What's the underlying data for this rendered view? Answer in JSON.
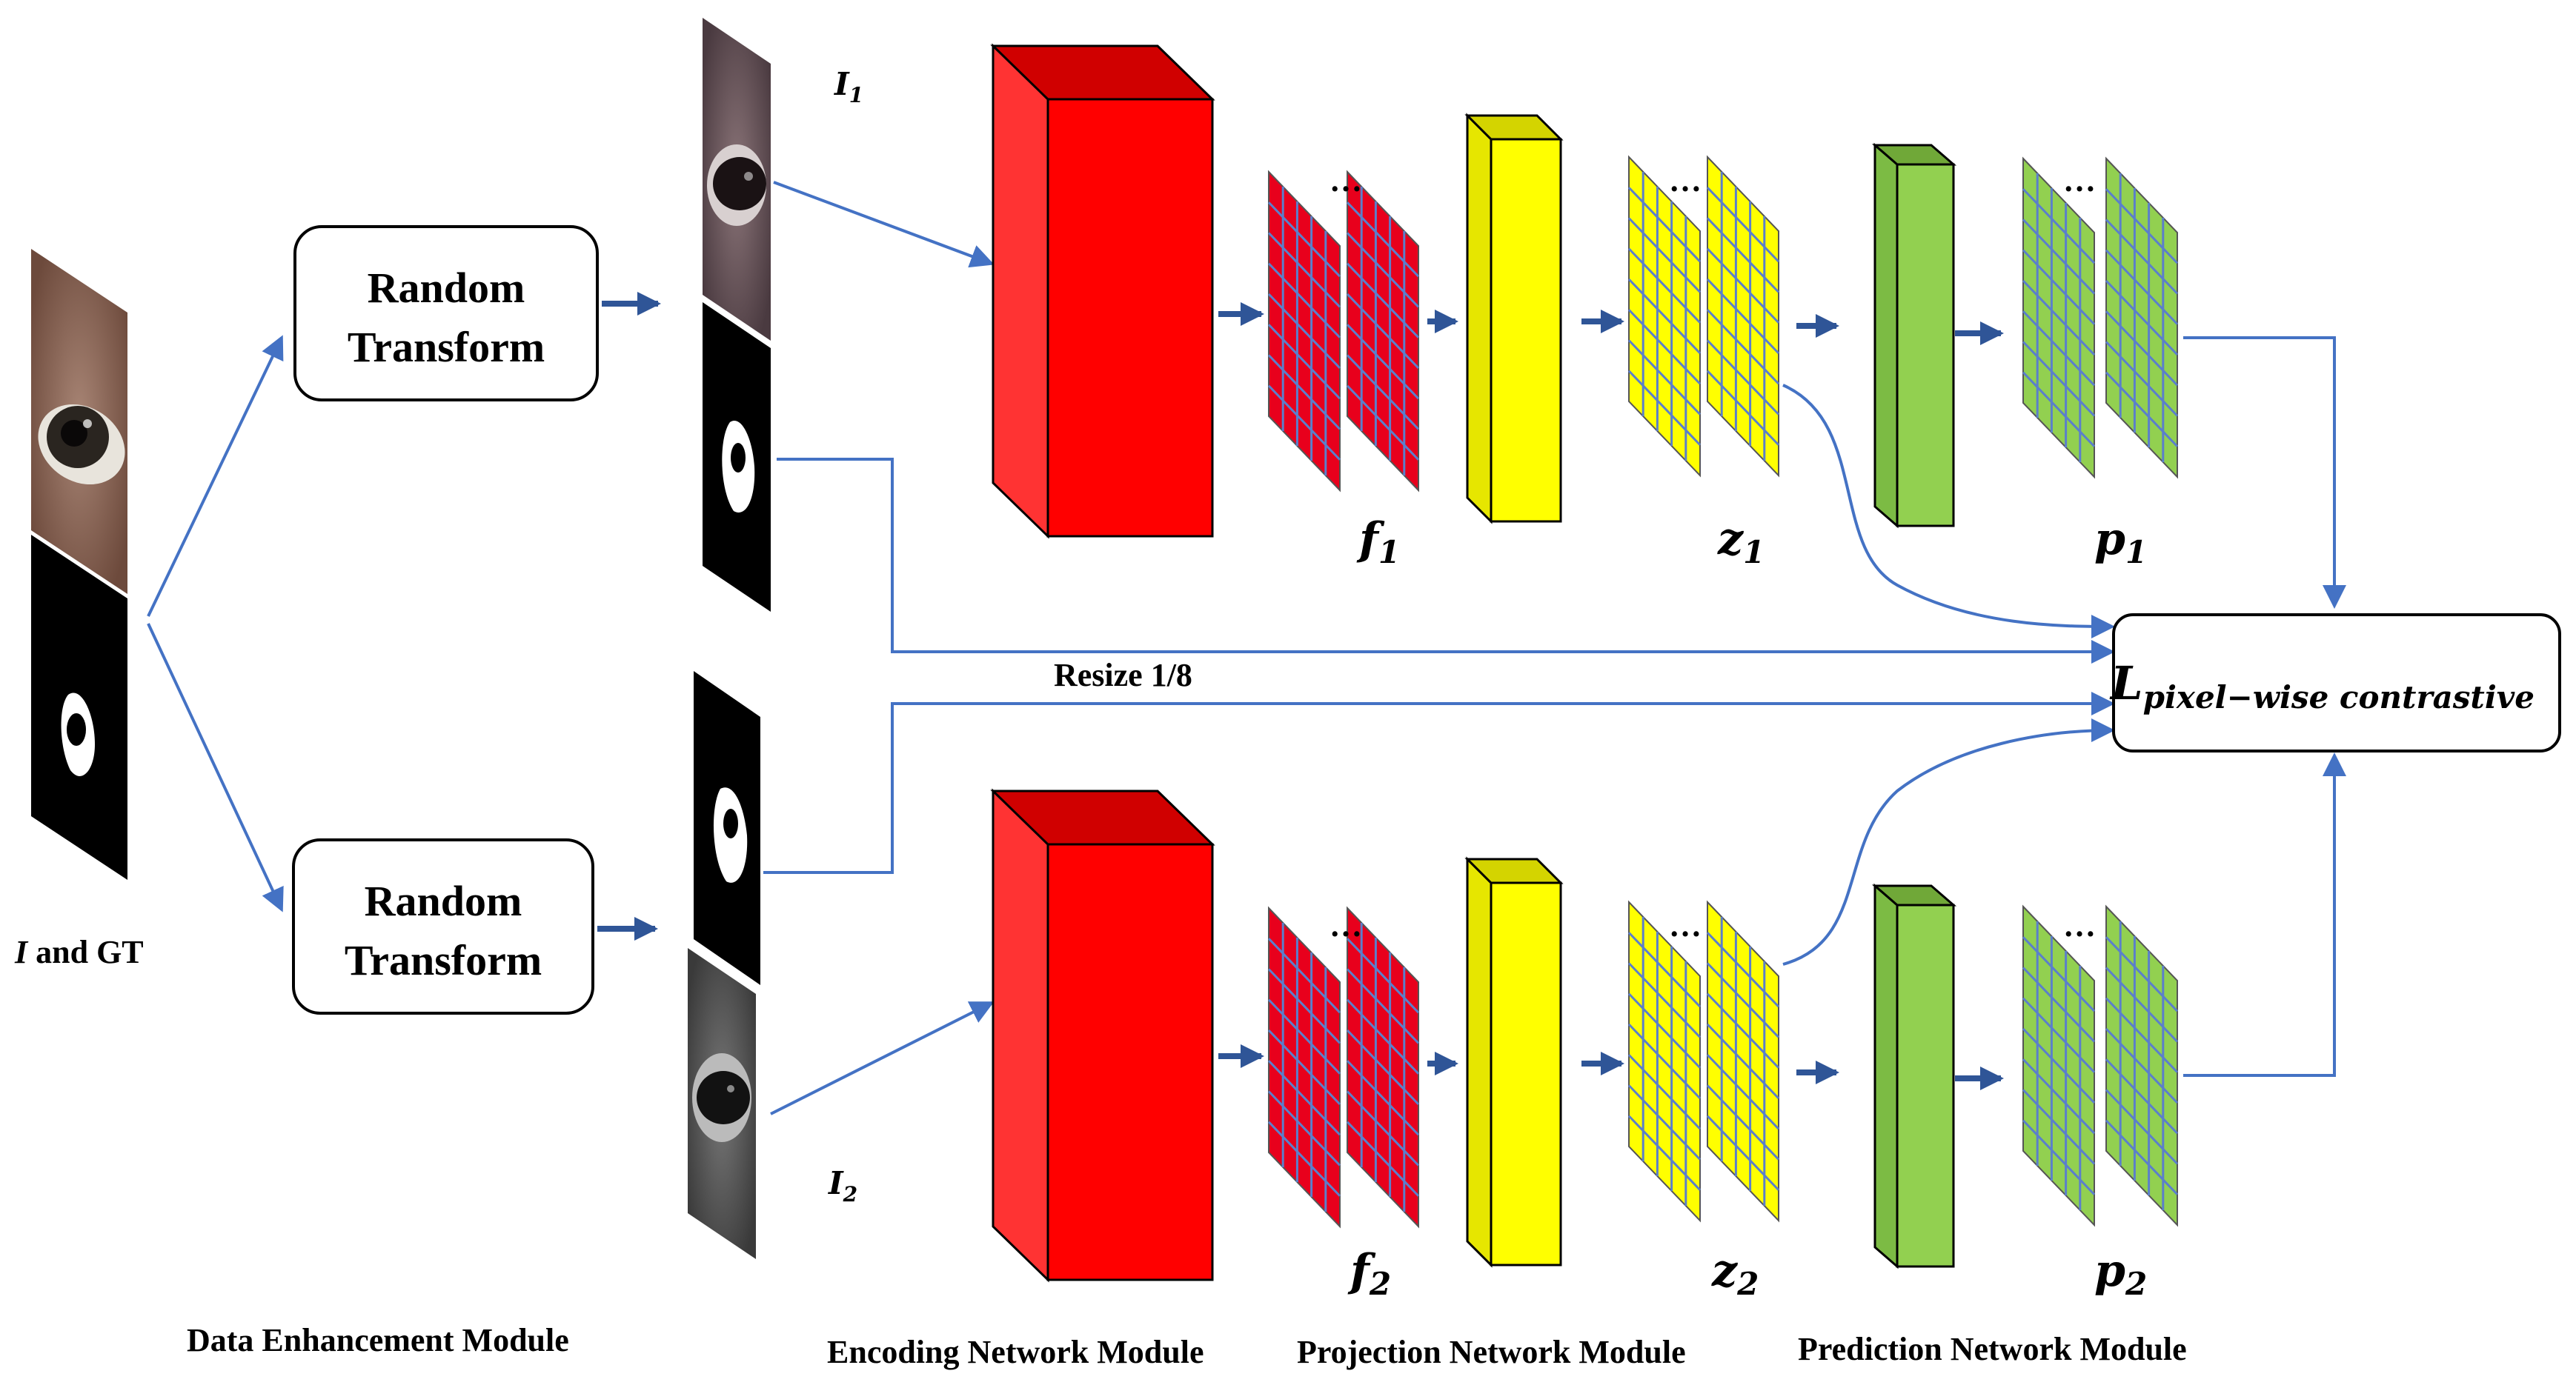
{
  "boxes": {
    "random_transform_top": [
      "Random",
      "Transform"
    ],
    "random_transform_bottom": [
      "Random",
      "Transform"
    ],
    "loss": {
      "base": "L",
      "subscript": "pixel−wise contrastive"
    }
  },
  "labels": {
    "input": {
      "italic": "I",
      "rest": " and GT"
    },
    "i1": {
      "base": "I",
      "sub": "1"
    },
    "i2": {
      "base": "I",
      "sub": "2"
    },
    "f1": {
      "base": "f",
      "sub": "1"
    },
    "f2": {
      "base": "f",
      "sub": "2"
    },
    "z1": {
      "base": "z",
      "sub": "1"
    },
    "z2": {
      "base": "z",
      "sub": "2"
    },
    "p1": {
      "base": "p",
      "sub": "1"
    },
    "p2": {
      "base": "p",
      "sub": "2"
    },
    "resize": "Resize 1/8",
    "ellipsis": "…"
  },
  "modules": {
    "data": "Data Enhancement Module",
    "encoding": "Encoding Network Module",
    "projection": "Projection Network Module",
    "prediction": "Prediction Network Module"
  },
  "colors": {
    "encoder_front": "#FF0000",
    "encoder_top": "#D00000",
    "encoder_side": "#FF3333",
    "feature_fill": "#E8001C",
    "projection_front": "#FFFF00",
    "projection_top": "#D4D400",
    "prediction_front": "#92D050",
    "prediction_top": "#70A838",
    "grid_line": "#5B7FCB",
    "flow_arrow": "#4472C4"
  }
}
